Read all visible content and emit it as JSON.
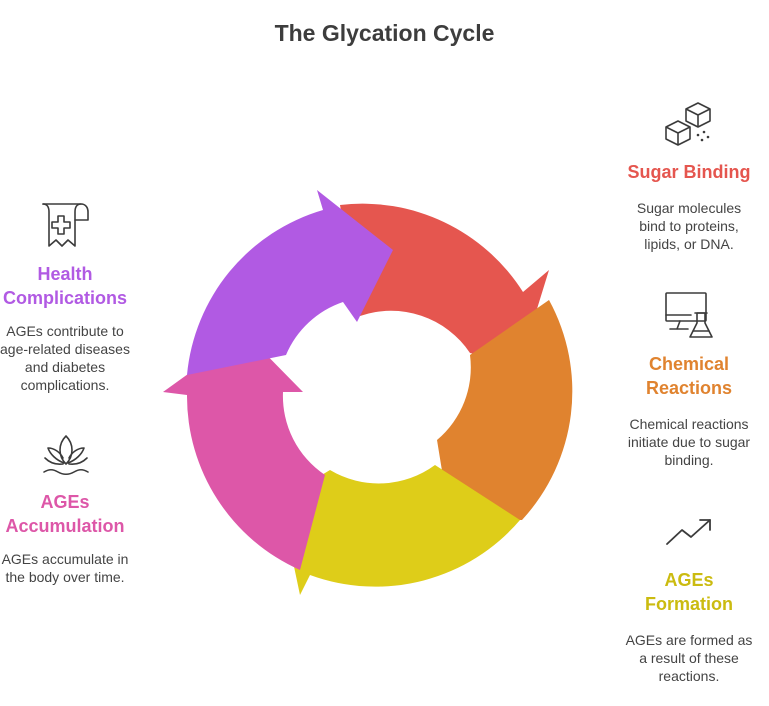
{
  "title": "The Glycation Cycle",
  "colors": {
    "sugar_binding": "#e5564f",
    "chemical_reactions": "#e0832f",
    "ages_formation": "#decd19",
    "ages_accumulation": "#dd57a8",
    "health_complications": "#b15ae3",
    "icon_stroke": "#3b3b3b"
  },
  "stages": {
    "sugar_binding": {
      "label": "Sugar Binding",
      "description": [
        "Sugar molecules",
        "bind to proteins,",
        "lipids, or DNA."
      ],
      "icon": "sugar-cubes-icon"
    },
    "chemical_reactions": {
      "label": [
        "Chemical",
        "Reactions"
      ],
      "description": [
        "Chemical reactions",
        "initiate due to sugar",
        "binding."
      ],
      "icon": "computer-lab-flask-icon"
    },
    "ages_formation": {
      "label": [
        "AGEs",
        "Formation"
      ],
      "description": [
        "AGEs are formed as",
        "a result of these",
        "reactions."
      ],
      "icon": "trend-up-icon"
    },
    "ages_accumulation": {
      "label": [
        "AGEs",
        "Accumulation"
      ],
      "description": [
        "AGEs accumulate in",
        "the body over time."
      ],
      "icon": "lotus-icon"
    },
    "health_complications": {
      "label": [
        "Health",
        "Complications"
      ],
      "description": [
        "AGEs contribute to",
        "age-related diseases",
        "and diabetes",
        "complications."
      ],
      "icon": "medical-report-icon"
    }
  }
}
